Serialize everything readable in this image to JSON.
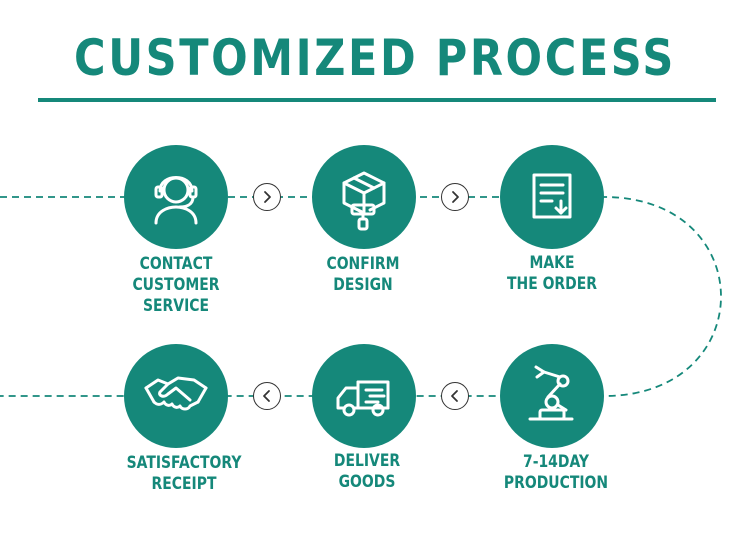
{
  "title": "CUSTOMIZED PROCESS",
  "colors": {
    "accent": "#15887a",
    "text": "#15887a",
    "icon": "#ffffff",
    "arrow": "#333333"
  },
  "steps": [
    {
      "label": "CONTACT\nCUSTOMER SERVICE",
      "icon": "headset-agent-icon"
    },
    {
      "label": "CONFIRM\nDESIGN",
      "icon": "box-paint-roller-icon"
    },
    {
      "label": "MAKE\nTHE ORDER",
      "icon": "order-document-icon"
    },
    {
      "label": "7-14DAY\nPRODUCTION",
      "icon": "robot-arm-icon"
    },
    {
      "label": "DELIVER\nGOODS",
      "icon": "delivery-truck-icon"
    },
    {
      "label": "SATISFACTORY\nRECEIPT",
      "icon": "handshake-icon"
    }
  ],
  "arrows": [
    "chevron-right-icon",
    "chevron-right-icon",
    "chevron-left-icon",
    "chevron-left-icon"
  ]
}
